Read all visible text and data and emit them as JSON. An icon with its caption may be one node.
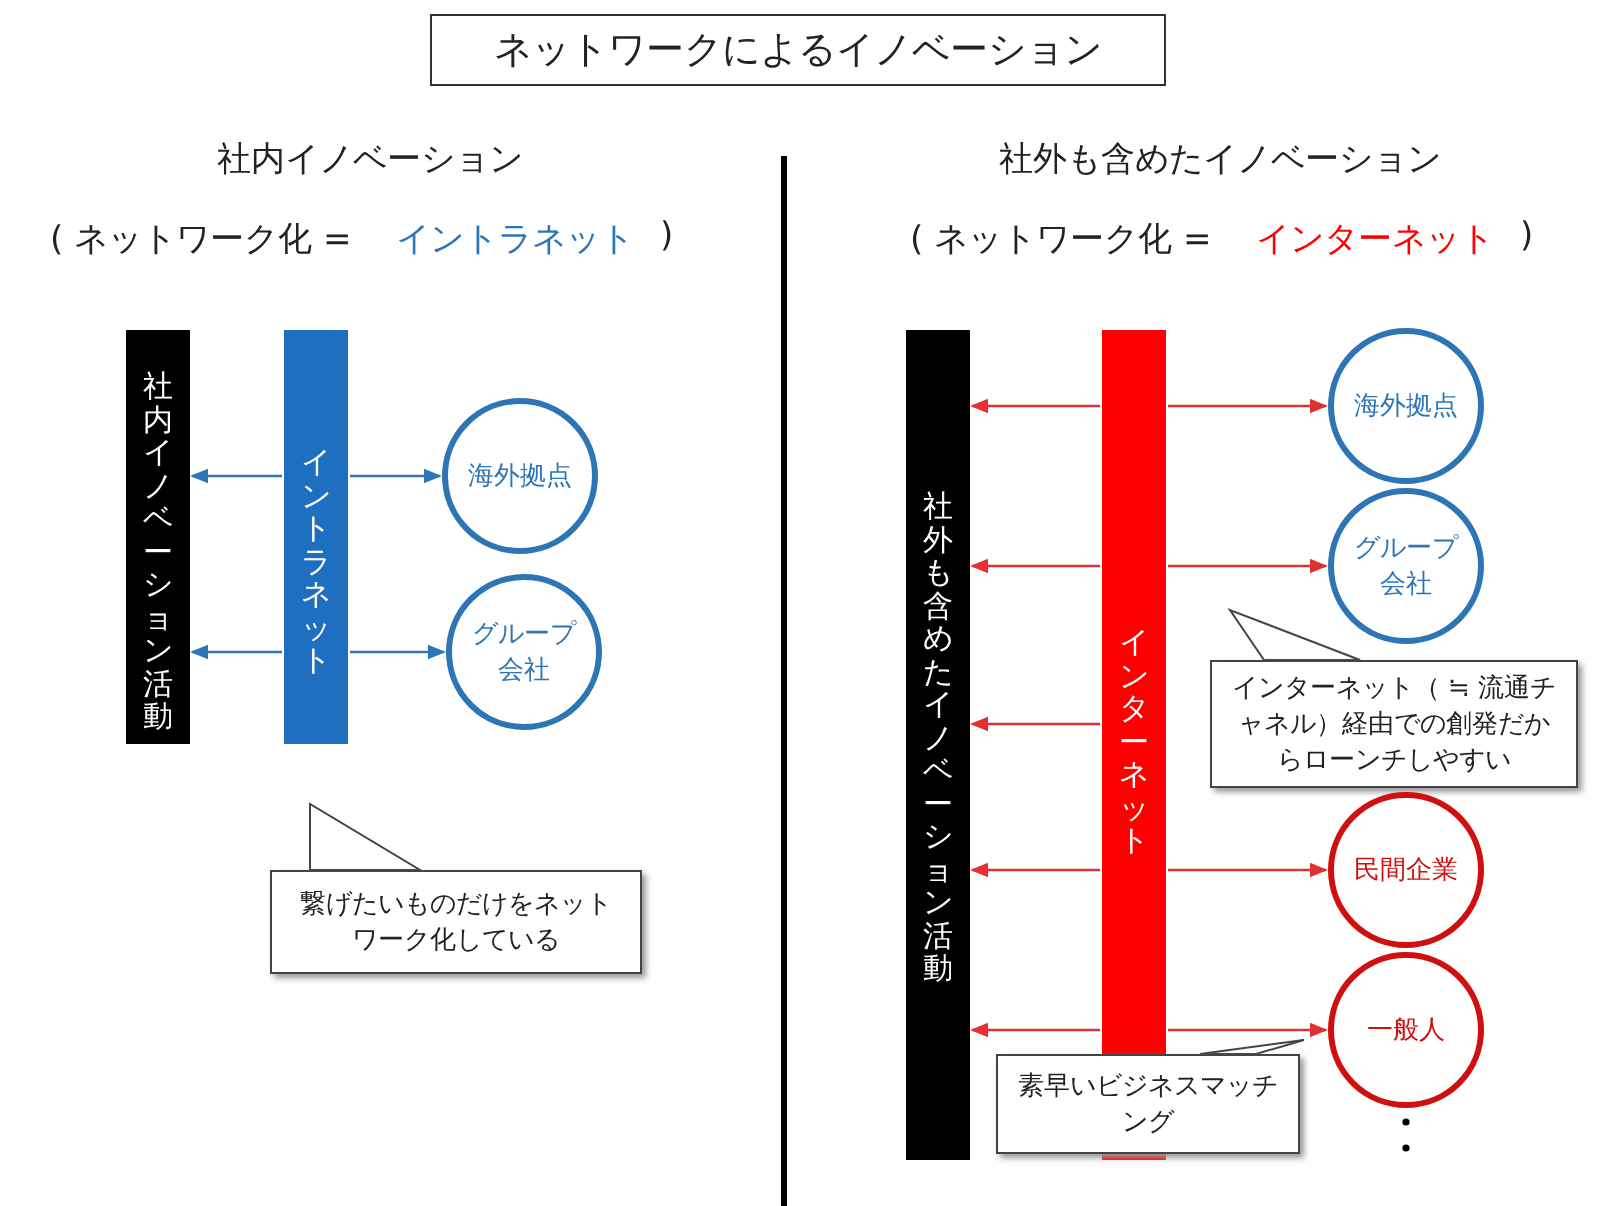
{
  "diagram": {
    "title": "ネットワークによるイノベーション",
    "nodes": [
      {
        "text": [
          "社内イノベーション活動"
        ]
      },
      {
        "text": [
          "イントラネット"
        ]
      },
      {
        "text": [
          "海外拠点"
        ]
      },
      {
        "text": [
          "グループ会社"
        ]
      },
      {
        "text": [
          "繋げたいものだけをネットワーク化している"
        ]
      },
      {
        "text": [
          "社外も含めたイノベーション活動"
        ]
      },
      {
        "text": [
          "インターネット"
        ]
      },
      {
        "text": [
          "海外拠点"
        ]
      },
      {
        "text": [
          "グループ会社"
        ]
      },
      {
        "text": [
          "インターネット（ ≒ 流通チャネル）経由での創発だからローンチしやすい"
        ]
      },
      {
        "text": [
          "民間企業"
        ]
      },
      {
        "text": [
          "一般人"
        ]
      },
      {
        "text": [
          "素早いビジネスマッチング"
        ]
      }
    ],
    "edges": [
      {
        "from": 1,
        "to": 0,
        "arrow": "to",
        "color": "#2e75b6"
      },
      {
        "from": 1,
        "to": 2,
        "arrow": "to",
        "color": "#2e75b6"
      },
      {
        "from": 1,
        "to": 0,
        "arrow": "to",
        "color": "#2e75b6"
      },
      {
        "from": 1,
        "to": 3,
        "arrow": "to",
        "color": "#2e75b6"
      },
      {
        "from": 6,
        "to": 5,
        "arrow": "to"
      },
      {
        "from": 6,
        "to": 7,
        "arrow": "to"
      },
      {
        "from": 6,
        "to": 5,
        "arrow": "to"
      },
      {
        "from": 6,
        "to": 8,
        "arrow": "to"
      },
      {
        "from": 6,
        "to": 5,
        "arrow": "to"
      },
      {
        "from": 6,
        "to": 5,
        "arrow": "to"
      },
      {
        "from": 6,
        "to": 10,
        "arrow": "to"
      },
      {
        "from": 6,
        "to": 5,
        "arrow": "to"
      },
      {
        "from": 6,
        "to": 11,
        "arrow": "to"
      }
    ],
    "labels": [
      "社内イノベーション",
      "( ネットワーク化 =",
      "イントラネット",
      ")",
      "社外も含めたイノベーション",
      "( ネットワーク化 =",
      "インターネット",
      ")"
    ]
  }
}
